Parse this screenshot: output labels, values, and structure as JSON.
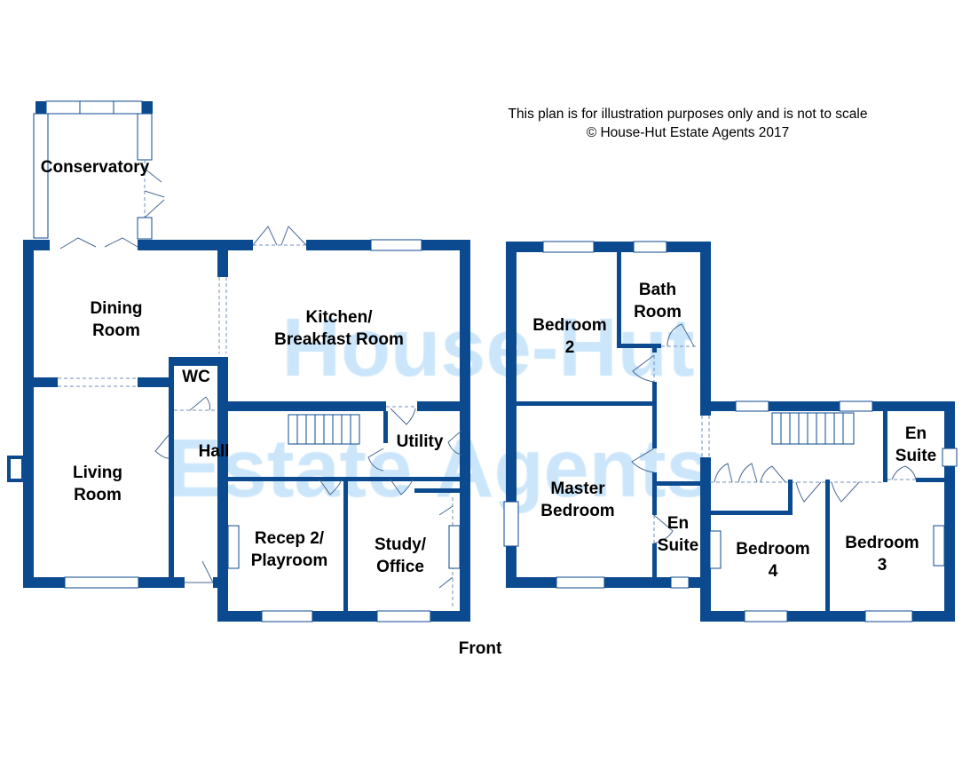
{
  "disclaimer": {
    "line1": "This plan is for illustration purposes only and is not to scale",
    "line2": "© House-Hut Estate Agents 2017"
  },
  "watermark": {
    "line1": "House-Hut",
    "line2": "Estate Agents"
  },
  "orientation_label": "Front",
  "colors": {
    "wall": "#0b4a8f",
    "watermark": "#cbe6fb"
  },
  "ground_floor": {
    "conservatory": "Conservatory",
    "dining": [
      "Dining",
      "Room"
    ],
    "kitchen": [
      "Kitchen/",
      "Breakfast Room"
    ],
    "wc": "WC",
    "hall": "Hall",
    "utility": "Utility",
    "living": [
      "Living",
      "Room"
    ],
    "recep": [
      "Recep 2/",
      "Playroom"
    ],
    "study": [
      "Study/",
      "Office"
    ]
  },
  "first_floor": {
    "bedroom2": [
      "Bedroom",
      "2"
    ],
    "bathroom": [
      "Bath",
      "Room"
    ],
    "master": [
      "Master",
      "Bedroom"
    ],
    "ensuite_master": [
      "En",
      "Suite"
    ],
    "ensuite_bed3": [
      "En",
      "Suite"
    ],
    "bedroom4": [
      "Bedroom",
      "4"
    ],
    "bedroom3": [
      "Bedroom",
      "3"
    ]
  }
}
